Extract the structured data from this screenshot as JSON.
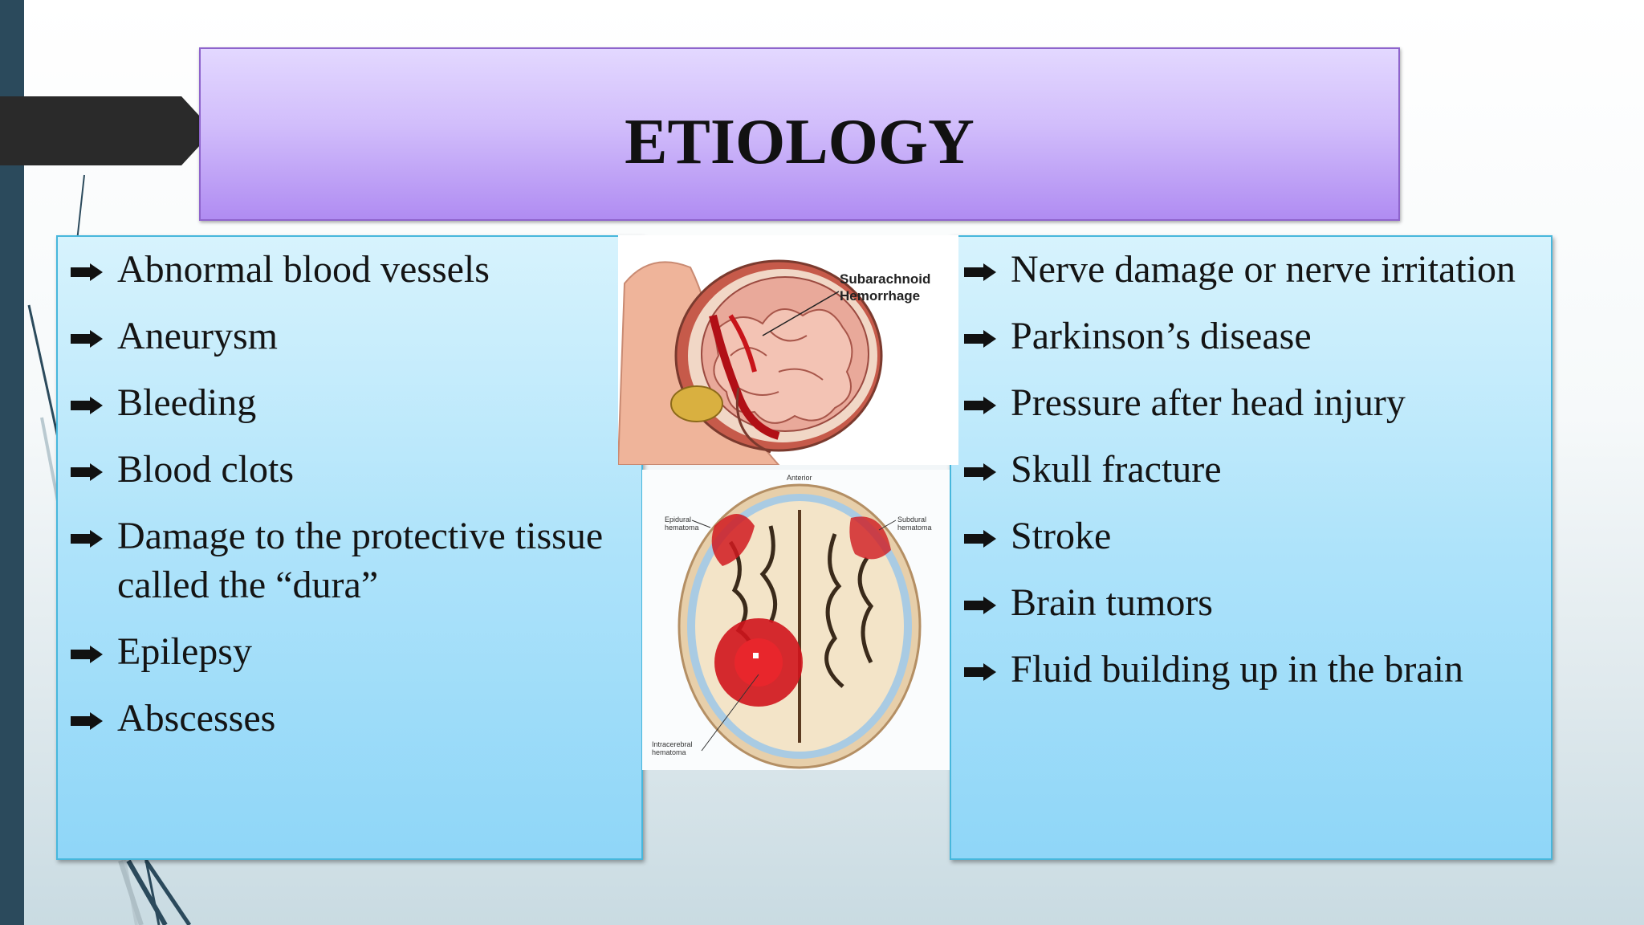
{
  "slide": {
    "title": "ETIOLOGY"
  },
  "left_list": [
    "Abnormal blood vessels",
    "Aneurysm",
    "Bleeding",
    "Blood clots",
    "Damage to the protective tissue called the “dura”",
    "Epilepsy",
    "Abscesses"
  ],
  "right_list": [
    "Nerve damage or nerve irritation",
    "Parkinson’s disease",
    "Pressure after head injury",
    "Skull fracture",
    "Stroke",
    "Brain tumors",
    "Fluid building up in the brain"
  ],
  "figure_top": {
    "label_line1": "Subarachnoid",
    "label_line2": "Hemorrhage"
  },
  "figure_bottom": {
    "label_top": "Anterior",
    "label_left_1": "Epidural",
    "label_left_2": "hematoma",
    "label_right_1": "Subdural",
    "label_right_2": "hematoma",
    "label_bottom_1": "Intracerebral",
    "label_bottom_2": "hematoma"
  },
  "colors": {
    "title_border": "#8e64cc",
    "panel_border": "#47b7dc",
    "accent_strip": "#2b4a5c"
  }
}
